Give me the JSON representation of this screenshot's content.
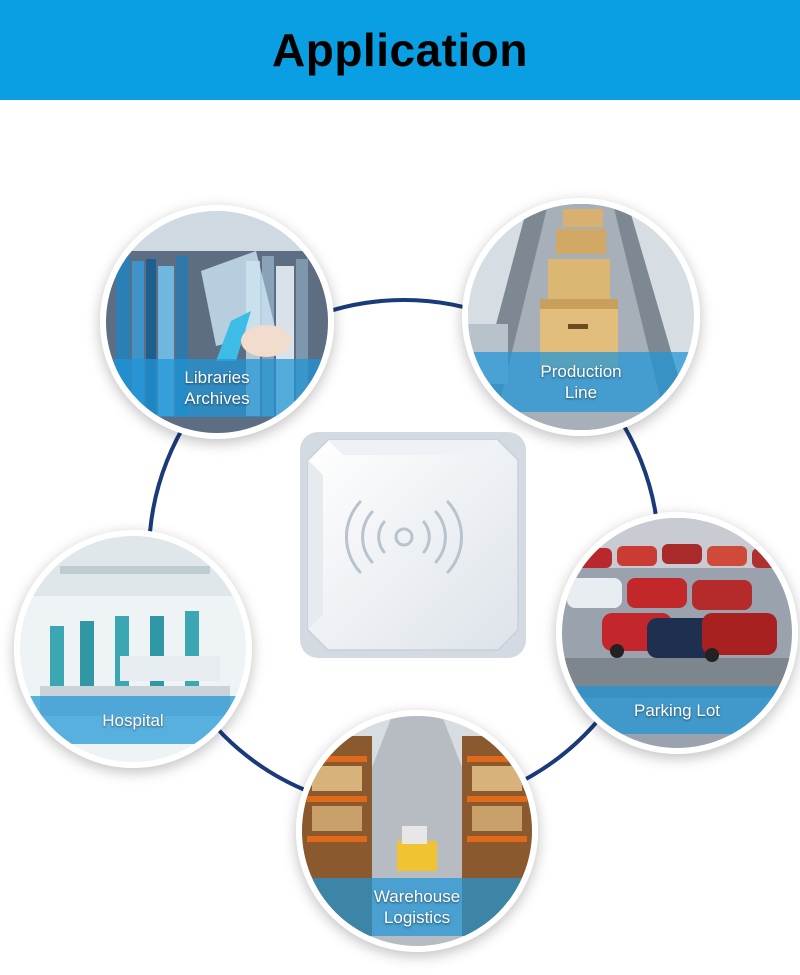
{
  "header": {
    "title": "Application",
    "bg_color": "#0a9ee3"
  },
  "connector_color": "#1b3a7a",
  "device": {
    "name": "rfid-reader",
    "icon": "rfid-waves-icon"
  },
  "applications": [
    {
      "id": "libraries",
      "label": "Libraries\nArchives"
    },
    {
      "id": "production",
      "label": "Production\nLine"
    },
    {
      "id": "hospital",
      "label": "Hospital"
    },
    {
      "id": "parking",
      "label": "Parking Lot"
    },
    {
      "id": "warehouse",
      "label": "Warehouse\nLogistics"
    }
  ]
}
